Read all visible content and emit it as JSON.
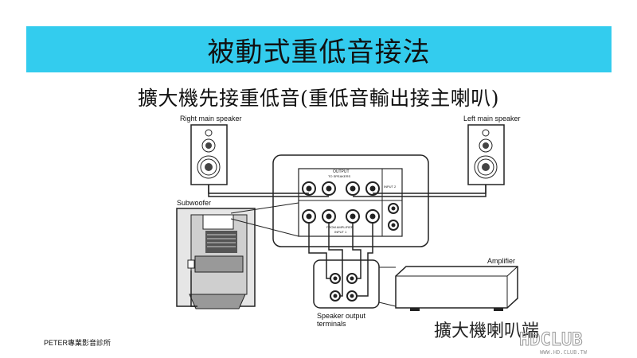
{
  "title": "被動式重低音接法",
  "subtitle": "擴大機先接重低音(重低音輸出接主喇叭)",
  "diagram": {
    "right_speaker_label": "Right main speaker",
    "left_speaker_label": "Left main speaker",
    "subwoofer_label": "Subwoofer",
    "amplifier_label": "Amplifier",
    "speaker_output_label_line1": "Speaker output",
    "speaker_output_label_line2": "terminals",
    "panel_output_label": "OUTPUT",
    "panel_to_speakers_label": "TO SPEAKERS",
    "panel_from_amp_label": "FROM AMPLIFIER",
    "panel_input1_label": "INPUT 1",
    "panel_input2_label": "INPUT 2"
  },
  "amp_caption": "擴大機喇叭端",
  "footer": "PETER專業影音診所",
  "watermark": {
    "text_main": "HDCLUB",
    "text_url": "WWW.HD.CLUB.TW"
  },
  "colors": {
    "title_bar": "#33ccee",
    "line": "#222222"
  }
}
